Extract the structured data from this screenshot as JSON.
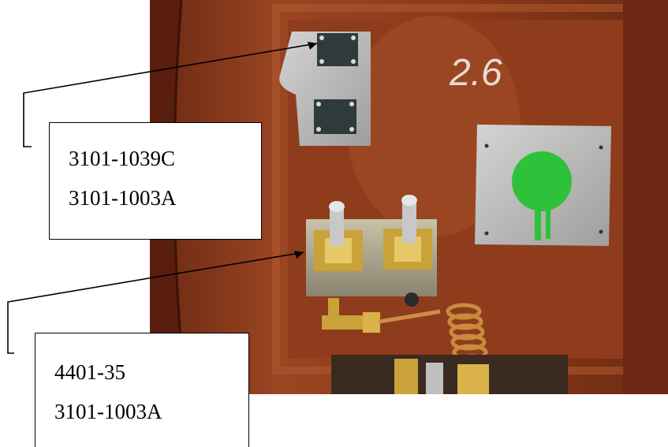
{
  "photo": {
    "painted_marking": "2.6"
  },
  "callouts": {
    "upper": {
      "line1": "3101-1039C",
      "line2": "3101-1003A"
    },
    "lower": {
      "line1": "4401-35",
      "line2": "3101-1003A"
    }
  },
  "colors": {
    "housing": "#8c3a1c",
    "housing_dark": "#5a1e0e",
    "metal_plate": "#b8b8b6",
    "green_dot": "#2ec23a",
    "brass": "#c9a23a",
    "leader_line": "#000000"
  }
}
